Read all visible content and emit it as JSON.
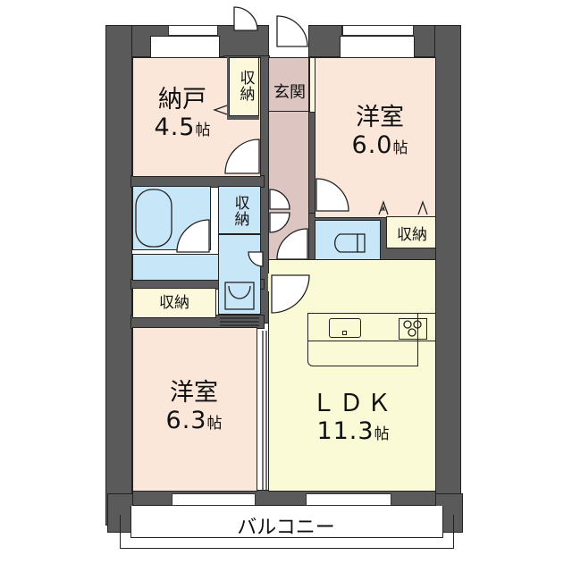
{
  "plan": {
    "colors": {
      "wall": "#5a5a5a",
      "bedroom": "#fbe6da",
      "storage": "#fbf8dc",
      "entrance": "#ddc6c2",
      "wet": "#c7e6f8",
      "ldk": "#fafad6",
      "outline": "#222222"
    },
    "rooms": [
      {
        "id": "nando",
        "name": "納戸",
        "size": "4.5",
        "unit": "帖"
      },
      {
        "id": "yoshitsu1",
        "name": "洋室",
        "size": "6.0",
        "unit": "帖"
      },
      {
        "id": "yoshitsu2",
        "name": "洋室",
        "size": "6.3",
        "unit": "帖"
      },
      {
        "id": "ldk",
        "name": "ＬＤＫ",
        "size": "11.3",
        "unit": "帖"
      }
    ],
    "labels": {
      "entrance": "玄関",
      "storage": "収納",
      "storage_vertical_1": "収納",
      "storage_vertical_2": "収納",
      "storage_2": "収納",
      "storage_3": "収納",
      "balcony": "バルコニー"
    },
    "fixtures": [
      "bathtub",
      "toilet",
      "washbasin",
      "kitchen-sink",
      "stove-3-burner",
      "washing-machine-pan"
    ]
  }
}
